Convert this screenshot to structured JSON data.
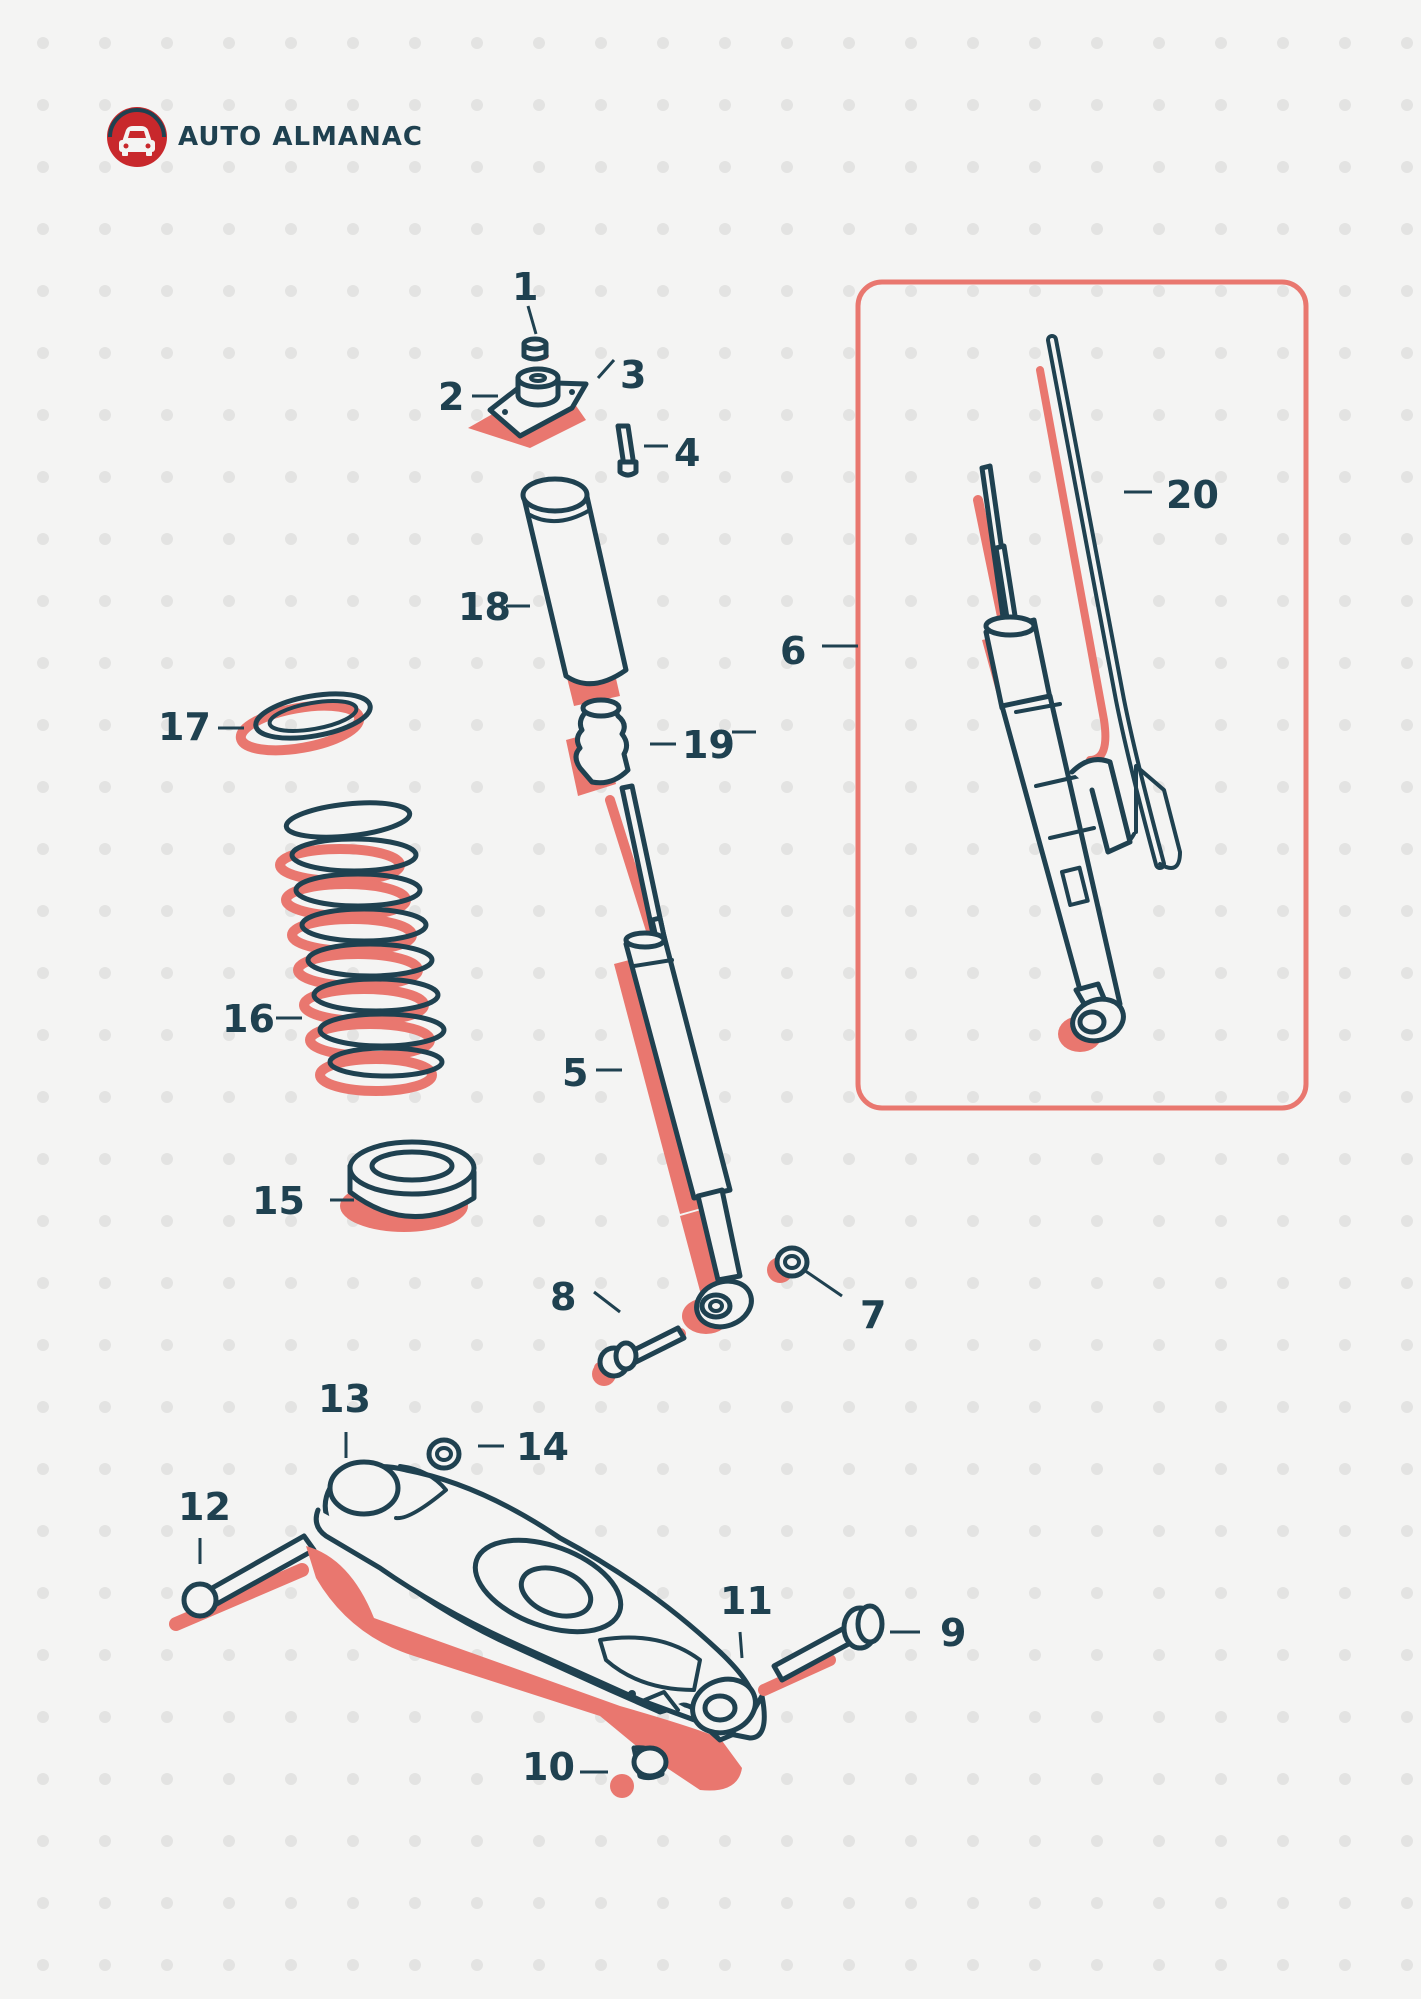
{
  "brand": {
    "name": "AUTO ALMANAC",
    "logo_icon": "car-icon",
    "logo_color": "#c8282c"
  },
  "colors": {
    "ink": "#1f4150",
    "accent": "#e9776f",
    "background": "#f4f4f3",
    "dots": "#e2e2e2"
  },
  "labels": {
    "1": "1",
    "2": "2",
    "3": "3",
    "4": "4",
    "5": "5",
    "6": "6",
    "7": "7",
    "8": "8",
    "9": "9",
    "10": "10",
    "11": "11",
    "12": "12",
    "13": "13",
    "14": "14",
    "15": "15",
    "16": "16",
    "17": "17",
    "18": "18",
    "19": "19",
    "20": "20"
  }
}
